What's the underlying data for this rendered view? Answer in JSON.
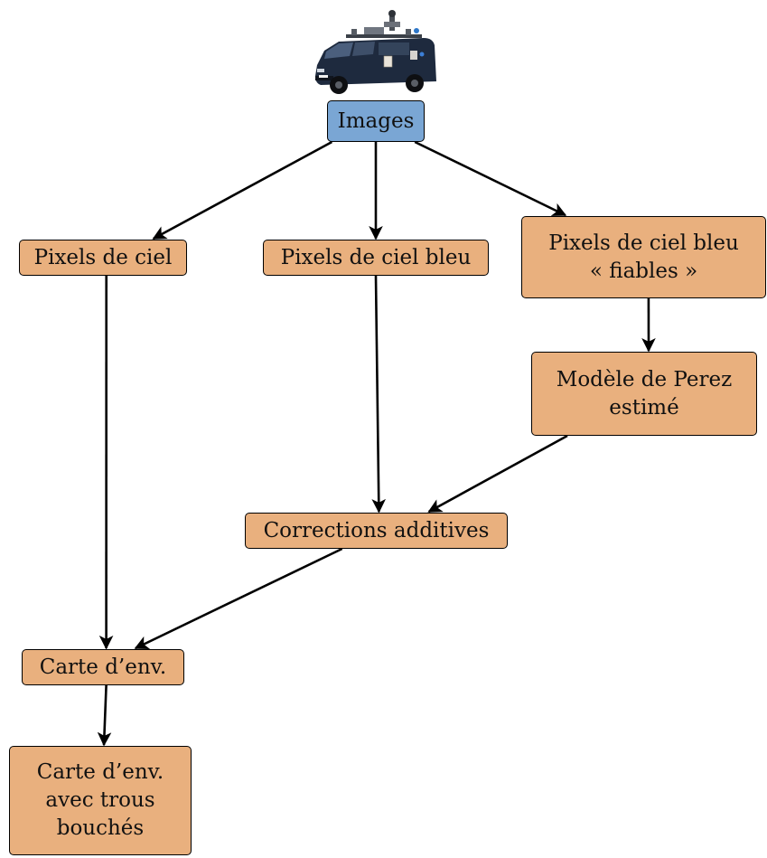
{
  "colors": {
    "start_fill": "#7aa6d4",
    "process_fill": "#e9b07e",
    "stroke": "#000000",
    "van_body": "#1e2a3e"
  },
  "van": {
    "icon": "van-icon"
  },
  "nodes": {
    "images": "Images",
    "pixels_ciel": "Pixels de ciel",
    "pixels_ciel_bleu": "Pixels de ciel bleu",
    "pixels_fiables": "Pixels de ciel bleu\n« fiables »",
    "modele_perez": "Modèle de Perez\nestimé",
    "corrections": "Corrections additives",
    "carte_env": "Carte d’env.",
    "carte_env_trous": "Carte d’env.\navec trous\nbouchés"
  },
  "edges": [
    {
      "from": "images",
      "to": "pixels_ciel"
    },
    {
      "from": "images",
      "to": "pixels_ciel_bleu"
    },
    {
      "from": "images",
      "to": "pixels_fiables"
    },
    {
      "from": "pixels_fiables",
      "to": "modele_perez"
    },
    {
      "from": "pixels_ciel_bleu",
      "to": "corrections"
    },
    {
      "from": "modele_perez",
      "to": "corrections"
    },
    {
      "from": "pixels_ciel",
      "to": "carte_env"
    },
    {
      "from": "corrections",
      "to": "carte_env"
    },
    {
      "from": "carte_env",
      "to": "carte_env_trous"
    }
  ]
}
